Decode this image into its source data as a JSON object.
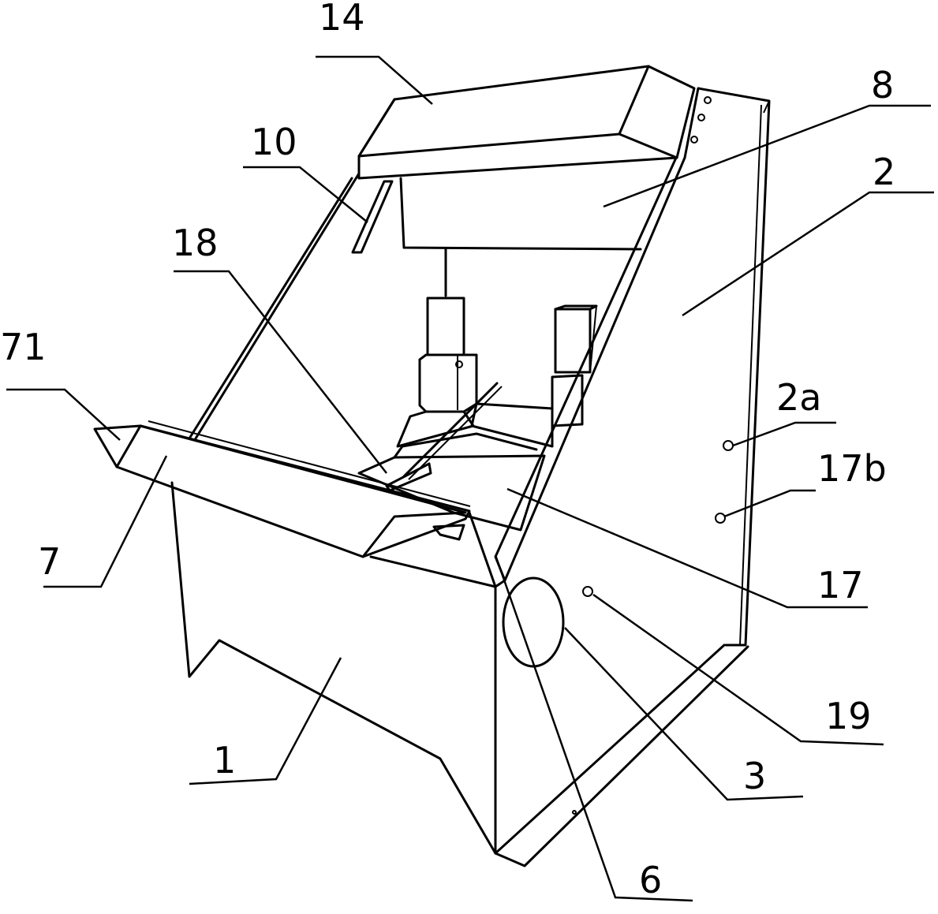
{
  "labels": {
    "l14": "14",
    "l8": "8",
    "l10": "10",
    "l2": "2",
    "l18": "18",
    "l71": "71",
    "l2a": "2a",
    "l17b": "17b",
    "l7": "7",
    "l17": "17",
    "l1": "1",
    "l19": "19",
    "l3": "3",
    "l6": "6"
  }
}
